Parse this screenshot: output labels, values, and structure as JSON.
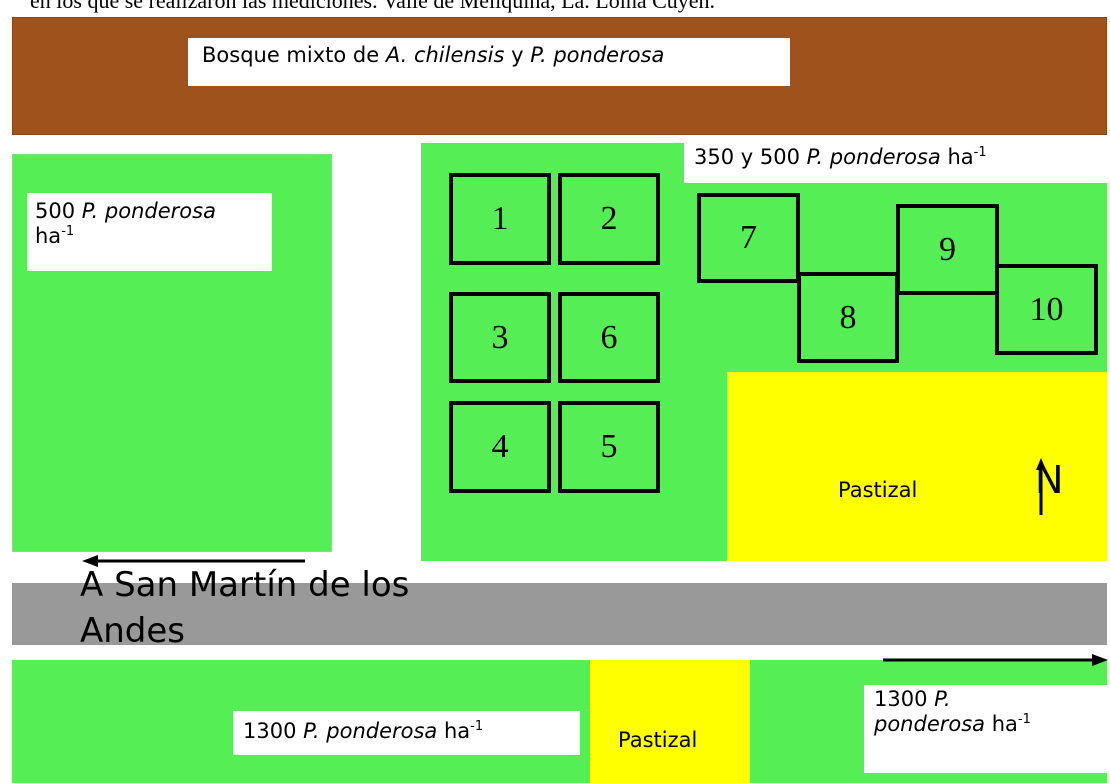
{
  "caption": "en los que se realizaron las mediciones. Valle de Meliquina, La. Lolna Cuyen.",
  "forest_label": {
    "prefix": "Bosque mixto de ",
    "species1": "A. chilensis",
    "mid": " y ",
    "species2": "P. ponderosa"
  },
  "left_stand": {
    "number": "500",
    "species": "P. ponderosa",
    "unit": "ha",
    "exp": "-1"
  },
  "right_stand": {
    "number": "350 y 500",
    "species": "P. ponderosa",
    "unit": "ha",
    "exp": "-1"
  },
  "bottom_left_stand": {
    "number": "1300",
    "species": "P. ponderosa",
    "unit": "ha",
    "exp": "-1"
  },
  "bottom_right_stand": {
    "number": "1300",
    "species_line1": "P.",
    "species_line2": "ponderosa",
    "unit": "ha",
    "exp": "-1"
  },
  "grassland_top": "Pastizal",
  "grassland_bottom": "Pastizal",
  "road_label": "A San Martín de los Andes",
  "north": "N",
  "plots": [
    "1",
    "2",
    "3",
    "6",
    "4",
    "5",
    "7",
    "8",
    "9",
    "10"
  ],
  "colors": {
    "forest": "#a0521c",
    "plantation": "#55ee55",
    "grassland": "#ffff00",
    "road": "#999999"
  }
}
